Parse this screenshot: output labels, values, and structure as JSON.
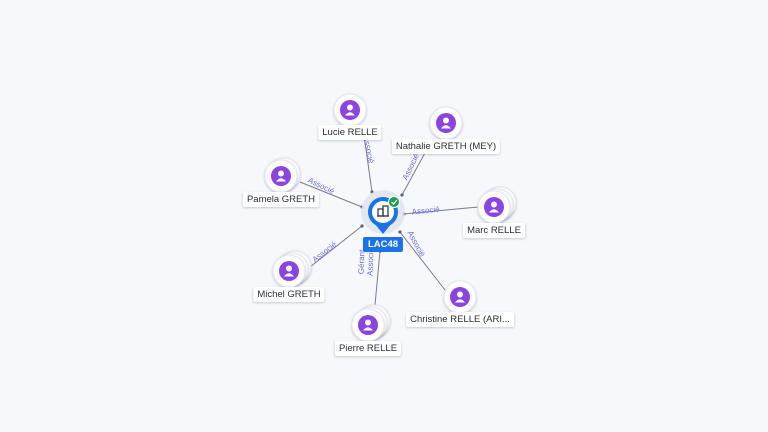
{
  "center": {
    "label": "LAC48",
    "icon": "building-icon",
    "status": "verified-check-icon"
  },
  "colors": {
    "accent": "#1a73e8",
    "person": "#8b44e0",
    "check": "#1e9e4a",
    "edge_label": "#6b6fd6"
  },
  "persons": [
    {
      "name": "Lucie RELLE",
      "relation": "Associé"
    },
    {
      "name": "Nathalie GRETH (MEY)",
      "relation": "Associé"
    },
    {
      "name": "Pamela GRETH",
      "relation": "Associé"
    },
    {
      "name": "Marc RELLE",
      "relation": "Associé"
    },
    {
      "name": "Michel GRETH",
      "relation": "Associé"
    },
    {
      "name": "Christine RELLE (ARI...",
      "relation": "Associé"
    },
    {
      "name": "Pierre RELLE",
      "relation": "Associé",
      "relation2": "Gérant"
    }
  ]
}
